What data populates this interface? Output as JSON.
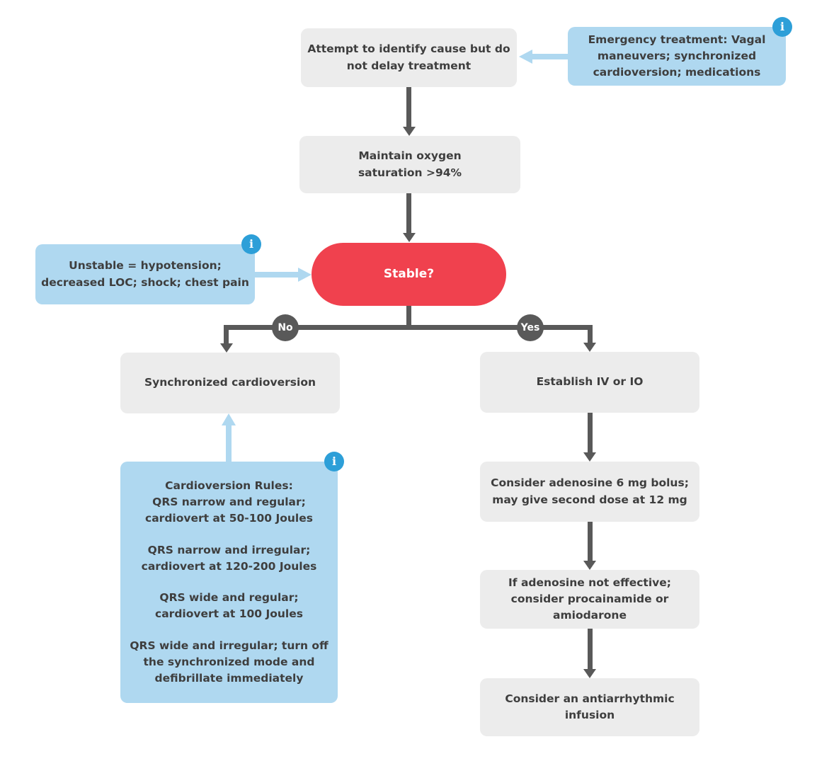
{
  "flowchart": {
    "nodes": {
      "identify_cause": {
        "text": "Attempt to identify cause but do\nnot delay treatment"
      },
      "maintain_oxygen": {
        "text": "Maintain oxygen\nsaturation >94%"
      },
      "stable": {
        "text": "Stable?"
      },
      "sync_cardioversion": {
        "text": "Synchronized cardioversion"
      },
      "establish_iv": {
        "text": "Establish IV or IO"
      },
      "adenosine": {
        "text": "Consider adenosine 6 mg bolus;\nmay give second dose at 12 mg"
      },
      "procainamide": {
        "text": "If adenosine not effective;\nconsider procainamide or\namiodarone"
      },
      "infusion": {
        "text": "Consider an antiarrhythmic\ninfusion"
      }
    },
    "callouts": {
      "emergency": {
        "text": "Emergency treatment: Vagal\nmaneuvers; synchronized\ncardioversion; medications"
      },
      "unstable": {
        "text": "Unstable = hypotension;\ndecreased LOC; shock; chest pain"
      },
      "rules": {
        "paragraphs": [
          "Cardioversion Rules:\nQRS narrow and regular;\ncardiovert at 50-100 Joules",
          "QRS narrow and irregular;\ncardiovert at 120-200 Joules",
          "QRS wide and regular;\ncardiovert at 100 Joules",
          "QRS wide and irregular; turn off\nthe synchronized mode and\ndefibrillate immediately"
        ]
      }
    },
    "branch_labels": {
      "no": "No",
      "yes": "Yes"
    },
    "info_icon_glyph": "i",
    "colors": {
      "node_bg": "#ECECEC",
      "callout_bg": "#AFD8F0",
      "decision_bg": "#F0414E",
      "connector_dark": "#595959",
      "connector_light": "#AFD8F0",
      "info_icon": "#2D9FD8",
      "text_dark": "#3E3E3E",
      "text_light": "#FFFFFF"
    }
  }
}
